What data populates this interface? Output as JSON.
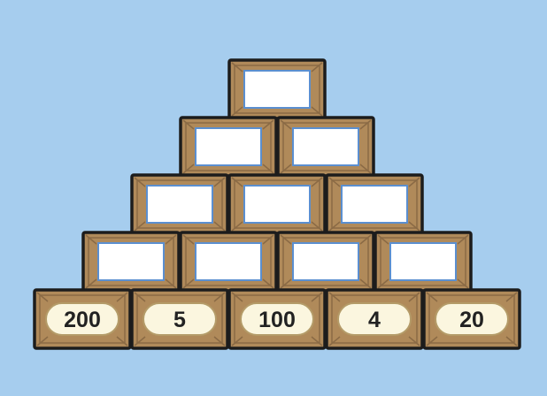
{
  "colors": {
    "background": "#a6cdee",
    "brick_fill": "#b08a5a",
    "brick_outline": "#1c1c1c",
    "brick_bevel": "#8a6a45",
    "box_fill": "#ffffff",
    "box_border": "#5b8fd0",
    "plate_fill": "#fbf6df",
    "plate_outline": "#b49b68"
  },
  "pyramid": {
    "rows": [
      {
        "cells": [
          {
            "value": ""
          }
        ]
      },
      {
        "cells": [
          {
            "value": ""
          },
          {
            "value": ""
          }
        ]
      },
      {
        "cells": [
          {
            "value": ""
          },
          {
            "value": ""
          },
          {
            "value": ""
          }
        ]
      },
      {
        "cells": [
          {
            "value": ""
          },
          {
            "value": ""
          },
          {
            "value": ""
          },
          {
            "value": ""
          }
        ]
      },
      {
        "cells": [
          {
            "value": "200"
          },
          {
            "value": "5"
          },
          {
            "value": "100"
          },
          {
            "value": "4"
          },
          {
            "value": "20"
          }
        ]
      }
    ]
  }
}
